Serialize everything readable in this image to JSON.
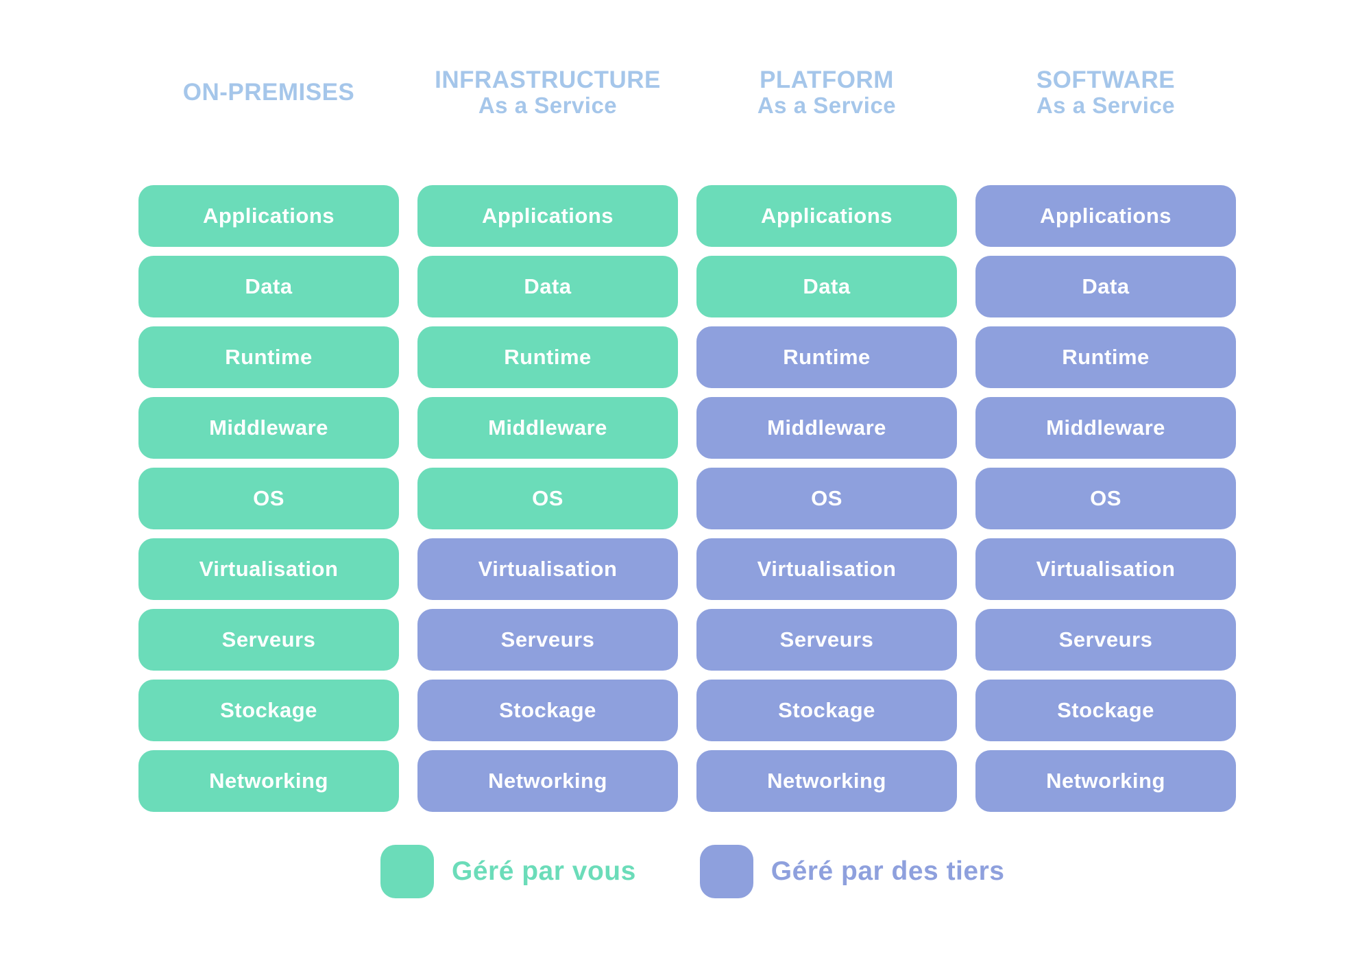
{
  "colors": {
    "background": "#FFFFFF",
    "green": "#6BDCB9",
    "purple": "#8EA0DD",
    "header_blue": "#A5C6EA",
    "box_text": "#FFFFFF"
  },
  "columns": [
    {
      "id": "on-premises",
      "title_lines": [
        "ON-PREMISES"
      ],
      "rows": [
        {
          "label": "Applications",
          "managed": "you"
        },
        {
          "label": "Data",
          "managed": "you"
        },
        {
          "label": "Runtime",
          "managed": "you"
        },
        {
          "label": "Middleware",
          "managed": "you"
        },
        {
          "label": "OS",
          "managed": "you"
        },
        {
          "label": "Virtualisation",
          "managed": "you"
        },
        {
          "label": "Serveurs",
          "managed": "you"
        },
        {
          "label": "Stockage",
          "managed": "you"
        },
        {
          "label": "Networking",
          "managed": "you"
        }
      ]
    },
    {
      "id": "iaas",
      "title_lines": [
        "INFRASTRUCTURE",
        "As a Service"
      ],
      "rows": [
        {
          "label": "Applications",
          "managed": "you"
        },
        {
          "label": "Data",
          "managed": "you"
        },
        {
          "label": "Runtime",
          "managed": "you"
        },
        {
          "label": "Middleware",
          "managed": "you"
        },
        {
          "label": "OS",
          "managed": "you"
        },
        {
          "label": "Virtualisation",
          "managed": "tiers"
        },
        {
          "label": "Serveurs",
          "managed": "tiers"
        },
        {
          "label": "Stockage",
          "managed": "tiers"
        },
        {
          "label": "Networking",
          "managed": "tiers"
        }
      ]
    },
    {
      "id": "paas",
      "title_lines": [
        "PLATFORM",
        "As a Service"
      ],
      "rows": [
        {
          "label": "Applications",
          "managed": "you"
        },
        {
          "label": "Data",
          "managed": "you"
        },
        {
          "label": "Runtime",
          "managed": "tiers"
        },
        {
          "label": "Middleware",
          "managed": "tiers"
        },
        {
          "label": "OS",
          "managed": "tiers"
        },
        {
          "label": "Virtualisation",
          "managed": "tiers"
        },
        {
          "label": "Serveurs",
          "managed": "tiers"
        },
        {
          "label": "Stockage",
          "managed": "tiers"
        },
        {
          "label": "Networking",
          "managed": "tiers"
        }
      ]
    },
    {
      "id": "saas",
      "title_lines": [
        "SOFTWARE",
        "As a Service"
      ],
      "rows": [
        {
          "label": "Applications",
          "managed": "tiers"
        },
        {
          "label": "Data",
          "managed": "tiers"
        },
        {
          "label": "Runtime",
          "managed": "tiers"
        },
        {
          "label": "Middleware",
          "managed": "tiers"
        },
        {
          "label": "OS",
          "managed": "tiers"
        },
        {
          "label": "Virtualisation",
          "managed": "tiers"
        },
        {
          "label": "Serveurs",
          "managed": "tiers"
        },
        {
          "label": "Stockage",
          "managed": "tiers"
        },
        {
          "label": "Networking",
          "managed": "tiers"
        }
      ]
    }
  ],
  "legend": {
    "items": [
      {
        "label": "Géré par vous",
        "color_key": "green"
      },
      {
        "label": "Géré par des tiers",
        "color_key": "purple"
      }
    ]
  }
}
